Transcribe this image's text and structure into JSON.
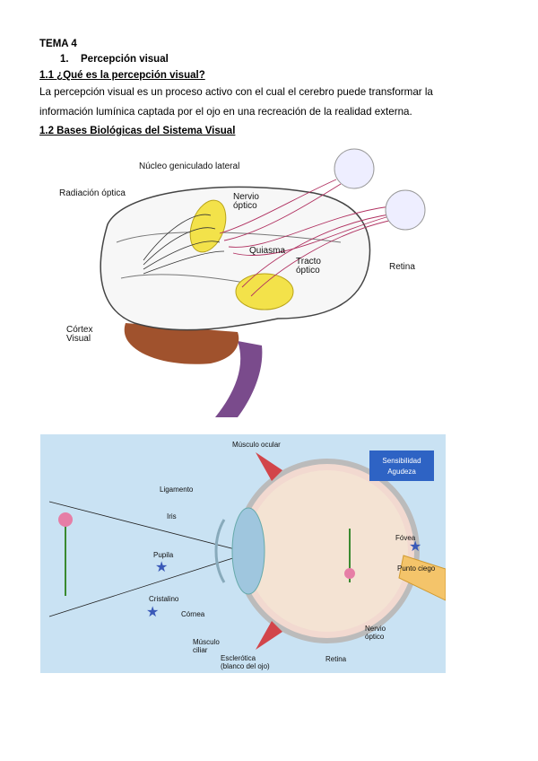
{
  "doc": {
    "tema": "TEMA 4",
    "section_number": "1.",
    "section_title": "Percepción visual",
    "h11": "1.1 ¿Qué es la percepción visual?",
    "para_line1": "La percepción visual es un proceso activo con el cual el cerebro puede transformar la",
    "para_line2": "información lumínica captada por el ojo en una recreación de la realidad externa.",
    "h12": "1.2 Bases Biológicas del Sistema Visual"
  },
  "brain_figure": {
    "labels": {
      "nucleo": "Núcleo geniculado lateral",
      "radiacion": "Radiación óptica",
      "nervio1": "Nervio",
      "nervio2": "óptico",
      "quiasma": "Quiasma",
      "tracto1": "Tracto",
      "tracto2": "óptico",
      "retina": "Retina",
      "cortex1": "Córtex",
      "cortex2": "Visual"
    }
  },
  "eye_figure": {
    "labels": {
      "musculo_ocular": "Músculo ocular",
      "ligamento": "Ligamento",
      "iris": "Iris",
      "pupila": "Pupila",
      "cristalino": "Cristalino",
      "cornea": "Córnea",
      "musculo_ciliar1": "Músculo",
      "musculo_ciliar2": "ciliar",
      "esclerotica1": "Esclerótica",
      "esclerotica2": "(blanco del ojo)",
      "retina": "Retina",
      "nervio1": "Nervio",
      "nervio2": "óptico",
      "punto_ciego": "Punto ciego",
      "fovea": "Fóvea",
      "box1": "Sensibilidad",
      "box2": "Agudeza"
    },
    "colors": {
      "background": "#c9e2f3",
      "box": "#2e63c4",
      "star": "#3a59b8"
    }
  }
}
